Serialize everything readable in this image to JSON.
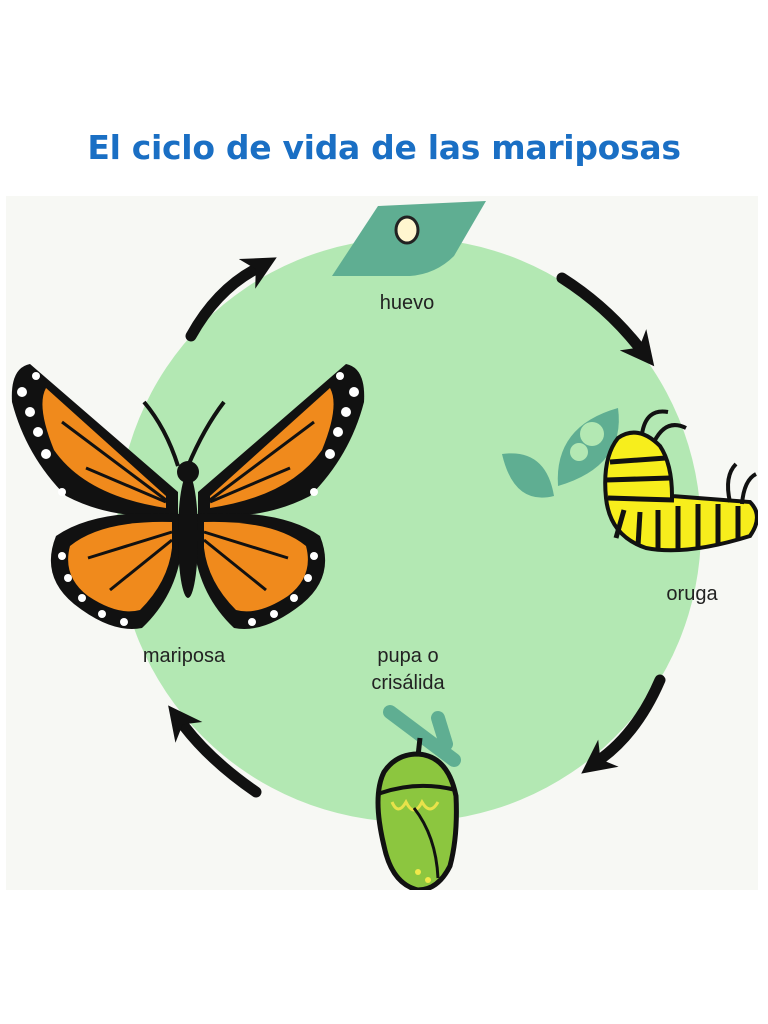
{
  "title": "El ciclo de vida de las mariposas",
  "stages": {
    "egg": "huevo",
    "caterpillar": "oruga",
    "pupa_line1": "pupa o",
    "pupa_line2": "crisálida",
    "butterfly": "mariposa"
  },
  "colors": {
    "title": "#1a6fc4",
    "panel_bg": "#f7f8f4",
    "circle": "#b3e8b3",
    "leaf": "#5fae92",
    "arrow": "#111111",
    "butterfly_orange": "#f08a1c",
    "caterpillar_yellow": "#f7ee1c",
    "chrysalis_green": "#8cc63f"
  },
  "icons": [
    "egg-on-leaf-icon",
    "caterpillar-icon",
    "chrysalis-icon",
    "butterfly-icon",
    "cycle-arrow-icon"
  ]
}
